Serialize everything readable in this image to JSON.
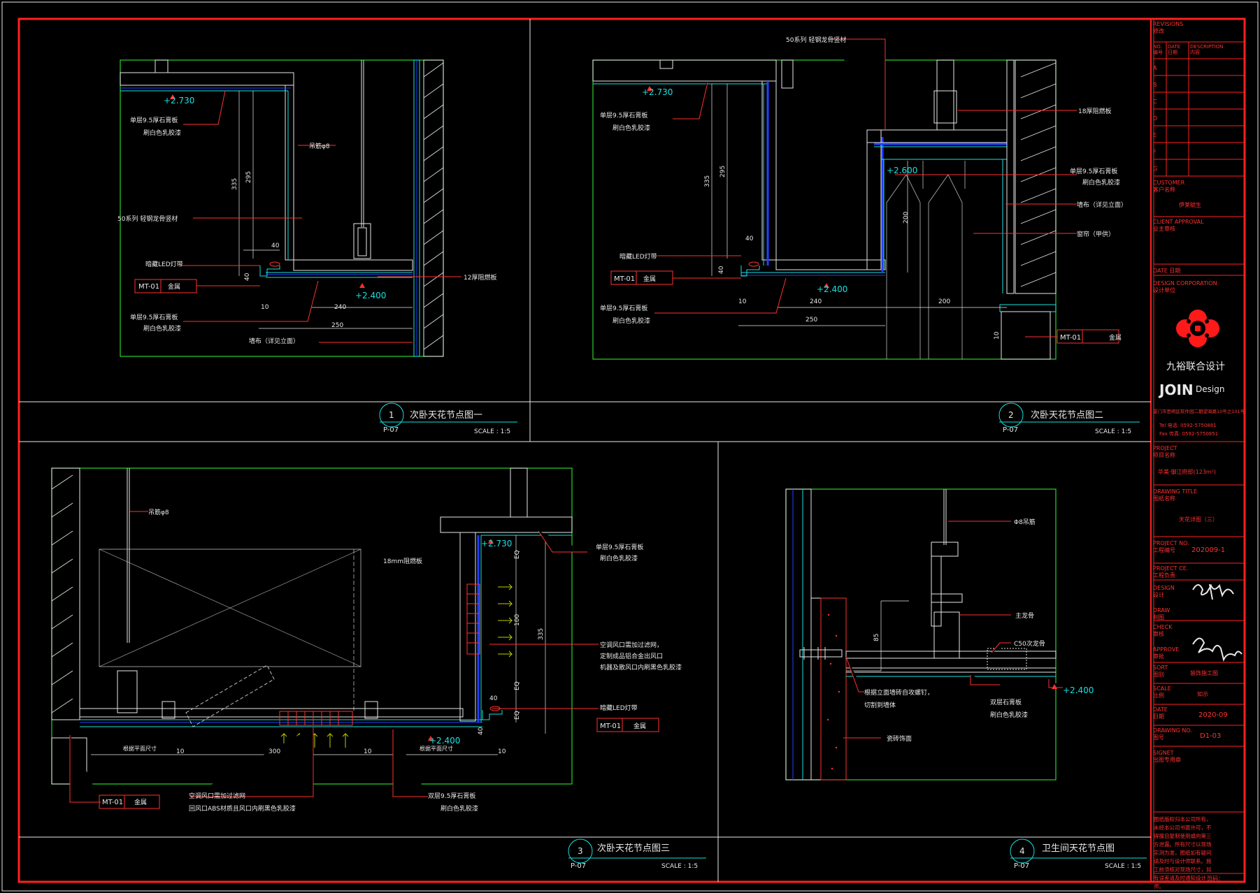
{
  "colors": {
    "background": "#000000",
    "frame": "#ff2020",
    "outline": "#e8e8e8",
    "accent_cyan": "#19e0e0",
    "tag": "#ff3030",
    "logo": "#ff1a1a"
  },
  "details": [
    {
      "number": "1",
      "sheet": "P-07",
      "title": "次卧天花节点图一",
      "scale": "SCALE : 1:5",
      "labels": {
        "elev": "+2.730",
        "elev2": "+2.400",
        "board": "单层9.5厚石膏板",
        "paint": "刷白色乳胶漆",
        "keel": "50系列 轻钢龙骨竖材",
        "led": "暗藏LED灯带",
        "mt": "MT-01",
        "metal": "金属",
        "rod": "吊筋φ8",
        "plywood": "12厚阻燃板",
        "board2": "单层9.5厚石膏板",
        "paint2": "刷白色乳胶漆",
        "curtain": "墙布（详见立面）",
        "d335": "335",
        "d295": "295",
        "d40a": "40",
        "d40b": "40",
        "d10": "10",
        "d240": "240",
        "d250": "250"
      }
    },
    {
      "number": "2",
      "sheet": "P-07",
      "title": "次卧天花节点图二",
      "scale": "SCALE : 1:5",
      "labels": {
        "keel": "50系列 轻钢龙骨竖材",
        "plywood": "18厚阻燃板",
        "elev": "+2.730",
        "elev2": "+2.600",
        "elev3": "+2.400",
        "board": "单层9.5厚石膏板",
        "paint": "刷白色乳胶漆",
        "board2": "单层9.5厚石膏板",
        "paint2": "刷白色乳胶漆",
        "wall": "墙布（详见立面）",
        "curtain": "窗帘（甲供）",
        "led": "暗藏LED灯带",
        "mt": "MT-01",
        "metal": "金属",
        "mt2": "MT-01",
        "metal2": "金属",
        "board3": "单层9.5厚石膏板",
        "paint3": "刷白色乳胶漆",
        "d335": "335",
        "d295": "295",
        "d40a": "40",
        "d40b": "40",
        "d10": "10",
        "d240": "240",
        "d250": "250",
        "d200a": "200",
        "d200b": "200",
        "d10b": "10"
      }
    },
    {
      "number": "3",
      "sheet": "P-07",
      "title": "次卧天花节点图三",
      "scale": "SCALE : 1:5",
      "labels": {
        "rod": "吊筋φ8",
        "plywood": "18mm阻燃板",
        "elev": "+2.730",
        "elev2": "+2.400",
        "board": "单层9.5厚石膏板",
        "paint": "刷白色乳胶漆",
        "vent1": "空调风口需加过滤网，",
        "vent2": "定制成品铝合金出风口",
        "vent3": "机器及散风口内刷黑色乳胶漆",
        "led": "暗藏LED灯带",
        "mt": "MT-01",
        "metal": "金属",
        "dimL": "根据平面尺寸",
        "d10a": "10",
        "d300": "300",
        "d10b": "10",
        "dimR": "根据平面尺寸",
        "d10c": "10",
        "vent4": "空调风口需加过滤网",
        "vent5": "回风口ABS材质且风口内刷黑色乳胶漆",
        "mt2": "MT-01",
        "metal2": "金属",
        "board2": "双层9.5厚石膏板",
        "paint2": "刷白色乳胶漆",
        "d335": "335",
        "d100": "100",
        "e0a": "EQ",
        "e0b": "EQ",
        "e0c": "EQ",
        "d40": "40",
        "d40b": "40"
      }
    },
    {
      "number": "4",
      "sheet": "P-07",
      "title": "卫生间天花节点图",
      "scale": "SCALE : 1:5",
      "labels": {
        "rod": "Φ8吊筋",
        "main": "主龙骨",
        "sub": "C50次龙骨",
        "elev": "+2.400",
        "d85": "85",
        "anchor1": "根据立面墙砖自攻螺钉，",
        "anchor2": "切割到墙体",
        "board": "双层石膏板",
        "paint": "刷白色乳胶漆",
        "tile": "瓷砖饰面"
      }
    }
  ],
  "title_block": {
    "revisions": "REVISIONS",
    "revisions_cn": "修改",
    "no": "NO.",
    "no_cn": "编号",
    "date": "DATE",
    "date_cn": "日期",
    "desc": "DESCRIPTION",
    "desc_cn": "内容",
    "rows": [
      "A",
      "B",
      "C",
      "D",
      "E",
      "F",
      "G"
    ],
    "customer": "CUSTOMER",
    "customer_cn": "客户名称",
    "customer_val": "伊莱赋生",
    "client": "CLIENT APPROVAL",
    "client_cn": "业主审核",
    "date2": "DATE 日期",
    "design_corp": "DESIGN CORPORATION",
    "design_corp_cn": "设计单位",
    "logo_cn": "九裕联合设计",
    "logo_en": "JOIN",
    "logo_en2": "Design",
    "address": "厦门市思明区软件园二期望海路10号之101号",
    "tel": "Tel 电话: 0592-5750881",
    "fax": "Fax 传真: 0592-5750851",
    "project": "PROJECT",
    "project_cn": "项目名称",
    "project_val": "华美·御江府邸(123m²)",
    "drawing_title": "DRAWING TITLE",
    "drawing_title_cn": "图纸名称",
    "drawing_title_val": "天花详图（三）",
    "project_no": "PROJECT NO.",
    "project_no_cn": "工程编号",
    "project_no_val": "202009-1",
    "project_ce": "PROJECT CE.",
    "project_ce_cn": "工程负责",
    "design": "DESIGN",
    "design_cn": "设计",
    "draw": "DRAW",
    "draw_cn": "制图",
    "check": "CHECK",
    "check_cn": "审核",
    "approve": "APPROVE",
    "approve_cn": "审批",
    "sort": "SORT",
    "sort_cn": "图别",
    "sort_val": "装饰施工图",
    "scale": "SCALE",
    "scale_cn": "比例",
    "scale_val": "如示",
    "date3": "DATE",
    "date3_cn": "日期",
    "date3_val": "2020-09",
    "drawing_no": "DRAWING NO.",
    "drawing_no_cn": "图号",
    "drawing_no_val": "D1-03",
    "signet": "SIGNET",
    "signet_cn": "出图专用章",
    "note": "图纸版权归本公司所有，未经本公司书面许可，不得擅自复制使用或向第三方泄露。所有尺寸以现场实测为准，图纸如有疑问请及时与设计师联系。施工前须核对现场尺寸，如有误差请及时通知设计师。",
    "page": "页码："
  }
}
